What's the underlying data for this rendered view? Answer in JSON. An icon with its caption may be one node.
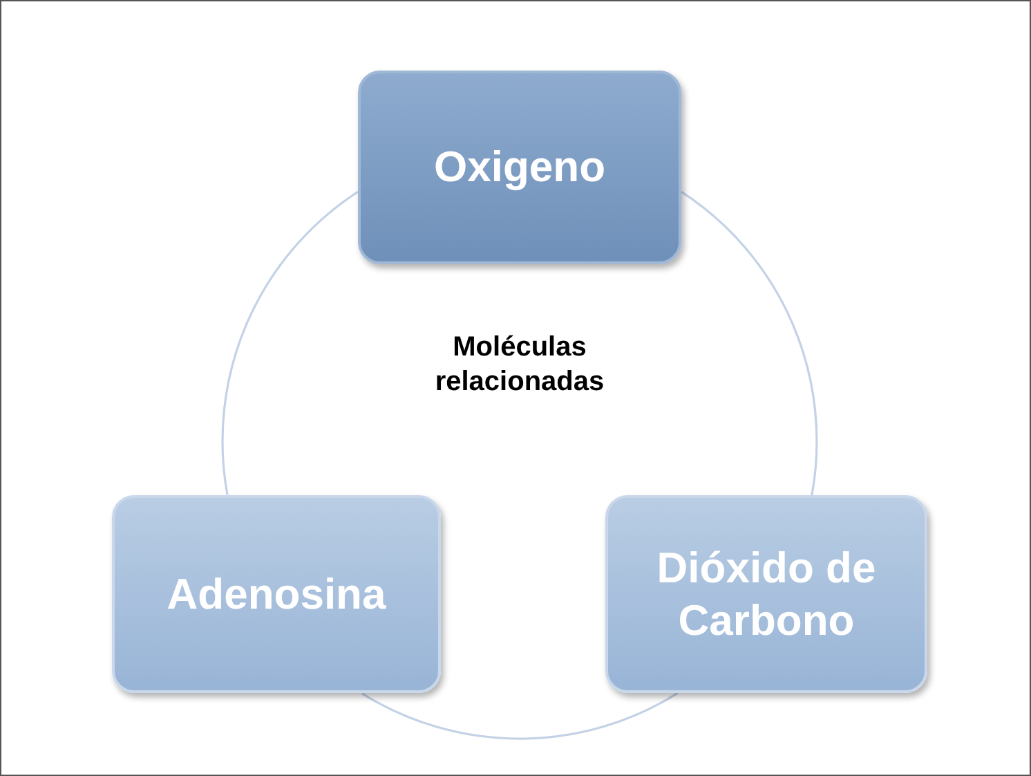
{
  "diagram": {
    "nodes": [
      {
        "text": [
          "Oxigeno"
        ]
      },
      {
        "text": [
          "Adenosina"
        ]
      },
      {
        "text": [
          "Dióxido de Carbono"
        ]
      }
    ],
    "edges": [
      {
        "from": 0,
        "to": 2,
        "arrow": "none"
      },
      {
        "from": 2,
        "to": 1,
        "arrow": "none"
      },
      {
        "from": 1,
        "to": 0,
        "arrow": "none"
      }
    ],
    "labels": [
      "Moléculas relacionadas"
    ]
  }
}
